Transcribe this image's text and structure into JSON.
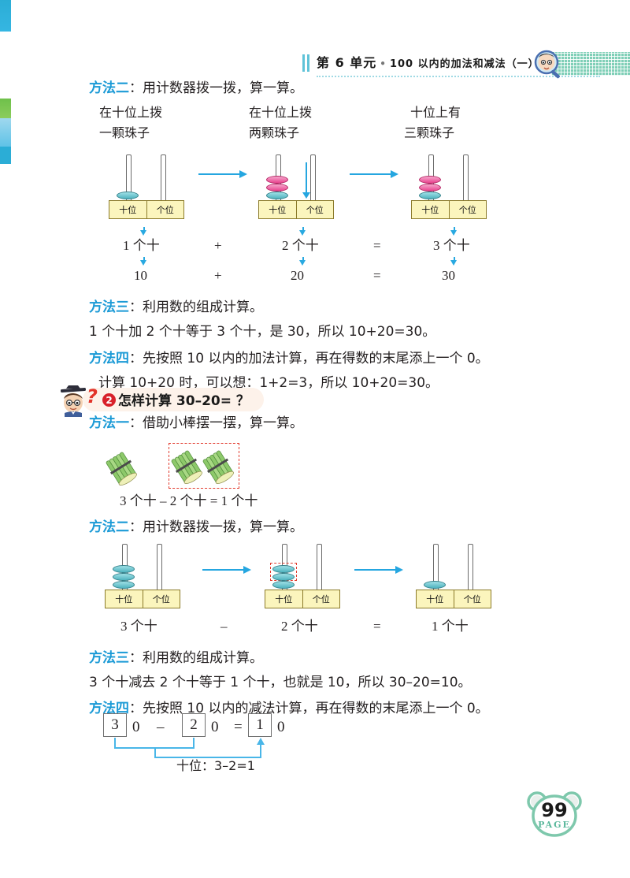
{
  "header": {
    "unit": "第 6 单元",
    "separator": "•",
    "topic": "100 以内的加法和减法（一）",
    "magnifier_icon": "magnifier-face-icon"
  },
  "section1": {
    "method2": {
      "label": "方法二",
      "colon": "：",
      "text": "用计数器拨一拨，算一算。"
    },
    "captions": [
      {
        "line1": "在十位上拨",
        "line2": "一颗珠子"
      },
      {
        "line1": "在十位上拨",
        "line2": "两颗珠子"
      },
      {
        "line1": "十位上有",
        "line2": "三颗珠子"
      }
    ],
    "abacus": [
      {
        "tens_label": "十位",
        "ones_label": "个位",
        "beads": [
          "teal"
        ]
      },
      {
        "tens_label": "十位",
        "ones_label": "个位",
        "beads": [
          "pink",
          "pink",
          "teal"
        ]
      },
      {
        "tens_label": "十位",
        "ones_label": "个位",
        "beads": [
          "pink",
          "pink",
          "teal"
        ]
      }
    ],
    "equation_row1": [
      "1 个十",
      "+",
      "2 个十",
      "=",
      "3 个十"
    ],
    "equation_row2": [
      "10",
      "+",
      "20",
      "=",
      "30"
    ],
    "method3": {
      "label": "方法三",
      "colon": "：",
      "text": "利用数的组成计算。"
    },
    "method3_body": "1 个十加 2 个十等于 3 个十，是 30，所以 10+20=30。",
    "method4": {
      "label": "方法四",
      "colon": "：",
      "text": "先按照 10 以内的加法计算，再在得数的末尾添上一个 0。"
    },
    "method4_body": "计算 10+20 时，可以想：1+2=3，所以 10+20=30。"
  },
  "section2": {
    "question_number": "2",
    "question_mark": "?",
    "question_text": "怎样计算 30–20= ？",
    "professor_icon": "professor-face-icon",
    "method1": {
      "label": "方法一",
      "colon": "：",
      "text": "借助小棒摆一摆，算一算。"
    },
    "sticks_equation": "3 个十 – 2 个十 = 1 个十",
    "method2": {
      "label": "方法二",
      "colon": "：",
      "text": "用计数器拨一拨，算一算。"
    },
    "abacus": [
      {
        "tens_label": "十位",
        "ones_label": "个位",
        "beads": [
          "teal",
          "teal",
          "teal"
        ]
      },
      {
        "tens_label": "十位",
        "ones_label": "个位",
        "beads": [
          "teal",
          "teal",
          "teal"
        ]
      },
      {
        "tens_label": "十位",
        "ones_label": "个位",
        "beads": [
          "teal"
        ]
      }
    ],
    "equation_row": [
      "3 个十",
      "–",
      "2 个十",
      "=",
      "1 个十"
    ],
    "method3": {
      "label": "方法三",
      "colon": "：",
      "text": "利用数的组成计算。"
    },
    "method3_body": "3 个十减去 2 个十等于 1 个十，也就是 10，所以 30–20=10。",
    "method4": {
      "label": "方法四",
      "colon": "：",
      "text": "先按照 10 以内的减法计算，再在得数的末尾添上一个 0。"
    },
    "final_calc": {
      "box1": "3",
      "tail1": "0",
      "minus": "–",
      "box2": "2",
      "tail2": "0",
      "equals": "=",
      "box3": "1",
      "tail3": "0",
      "note": "十位：3–2=1"
    }
  },
  "page": {
    "number": "99",
    "label": "PAGE"
  },
  "colors": {
    "method_blue": "#1b9ad6",
    "arrow_blue": "#25a6e0",
    "bead_teal": "#4fb3bf",
    "bead_pink": "#e8448f",
    "base_yellow": "#fbf5bd",
    "dash_red": "#e23b2e",
    "badge_green": "#5bb89c"
  }
}
